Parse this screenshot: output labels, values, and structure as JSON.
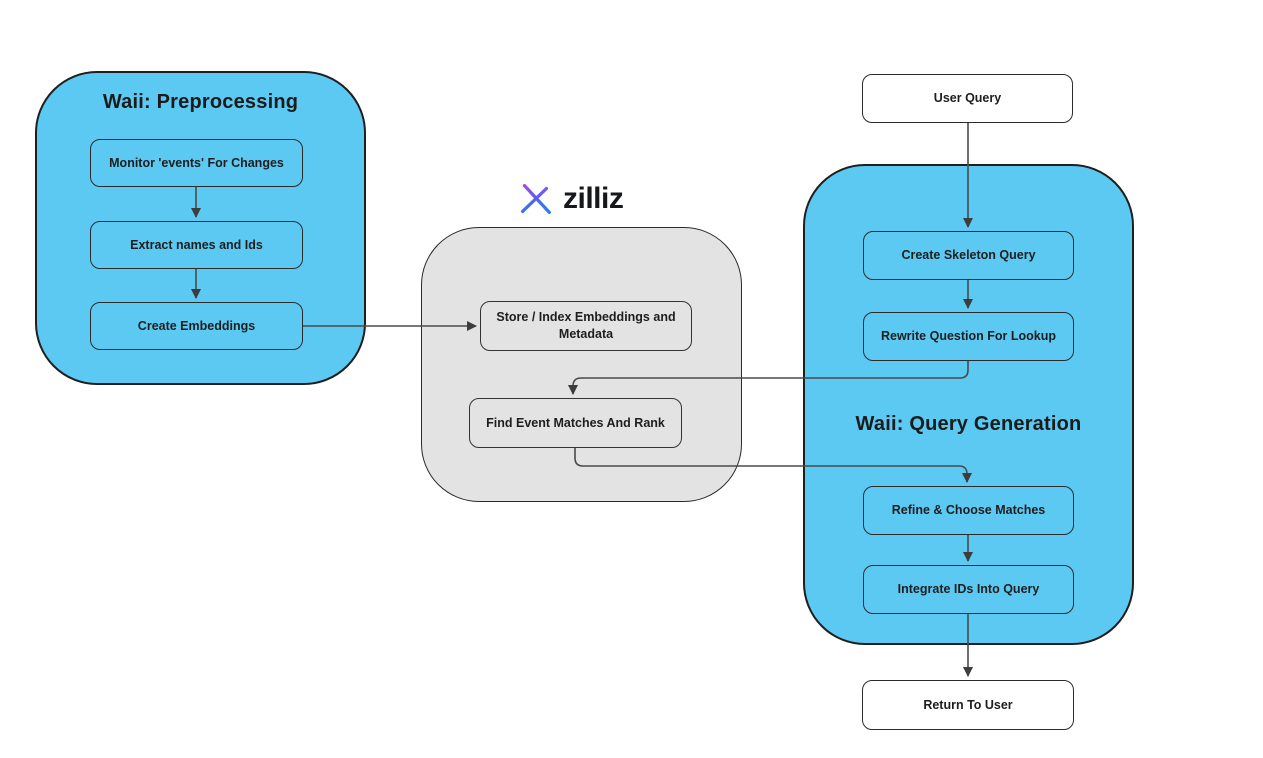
{
  "diagram": {
    "groups": {
      "preprocessing": {
        "title": "Waii: Preprocessing"
      },
      "vector_db": {
        "title": ""
      },
      "query_generation": {
        "title": "Waii: Query Generation"
      }
    },
    "logo": {
      "brand": "zilliz",
      "icon": "spark-star-icon"
    },
    "nodes": {
      "monitor": {
        "label": "Monitor 'events' For  Changes",
        "group": "preprocessing"
      },
      "extract": {
        "label": "Extract names and Ids",
        "group": "preprocessing"
      },
      "embed": {
        "label": "Create Embeddings",
        "group": "preprocessing"
      },
      "store": {
        "label": "Store / Index Embeddings and Metadata",
        "group": "vector_db"
      },
      "find": {
        "label": "Find Event Matches And Rank",
        "group": "vector_db"
      },
      "user_query": {
        "label": "User Query",
        "group": null
      },
      "skeleton": {
        "label": "Create Skeleton Query",
        "group": "query_generation"
      },
      "rewrite": {
        "label": "Rewrite Question For Lookup",
        "group": "query_generation"
      },
      "refine": {
        "label": "Refine & Choose Matches",
        "group": "query_generation"
      },
      "integrate": {
        "label": "Integrate IDs Into Query",
        "group": "query_generation"
      },
      "return": {
        "label": "Return To User",
        "group": null
      }
    },
    "edges": [
      {
        "from": "monitor",
        "to": "extract"
      },
      {
        "from": "extract",
        "to": "embed"
      },
      {
        "from": "embed",
        "to": "store"
      },
      {
        "from": "user_query",
        "to": "skeleton"
      },
      {
        "from": "skeleton",
        "to": "rewrite"
      },
      {
        "from": "rewrite",
        "to": "find"
      },
      {
        "from": "find",
        "to": "refine"
      },
      {
        "from": "refine",
        "to": "integrate"
      },
      {
        "from": "integrate",
        "to": "return"
      }
    ],
    "colors": {
      "group_blue": "#5cc9f3",
      "group_gray": "#e3e3e3",
      "node_white": "#ffffff",
      "border_dark": "#1f1f1f",
      "arrow": "#4a4a4a",
      "text": "#1e1e1e",
      "logo_gradient_start": "#a04ee8",
      "logo_gradient_end": "#2d7cf2"
    }
  }
}
